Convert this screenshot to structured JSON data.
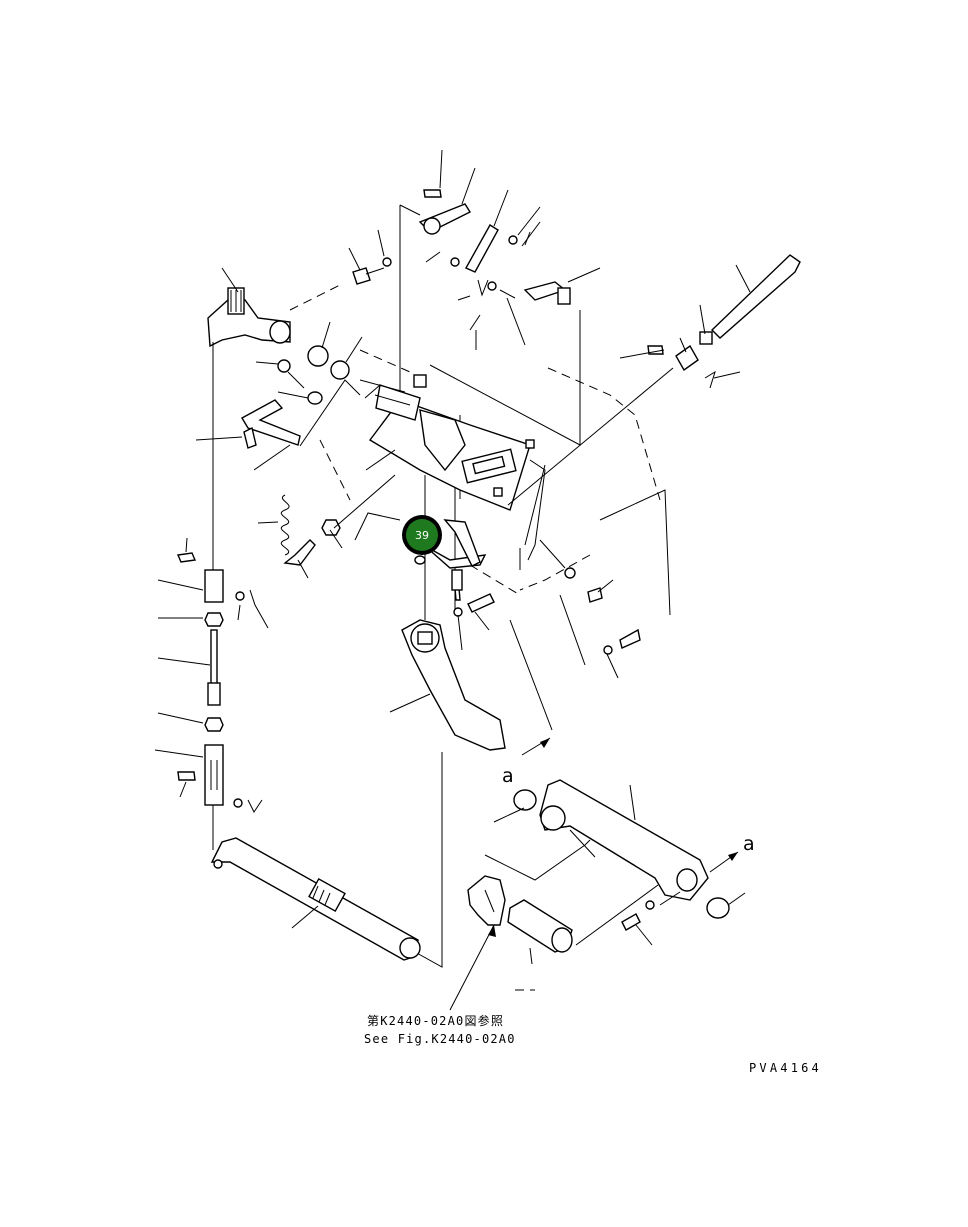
{
  "diagram": {
    "label_a_top": "a",
    "label_a_right": "a",
    "reference_jp": "第K2440-02A0図参照",
    "reference_en": "See Fig.K2440-02A0",
    "figure_code": "PVA4164",
    "callout": {
      "number": "39",
      "fill_color": "#1f7a1f",
      "ring_color": "#000000"
    }
  }
}
